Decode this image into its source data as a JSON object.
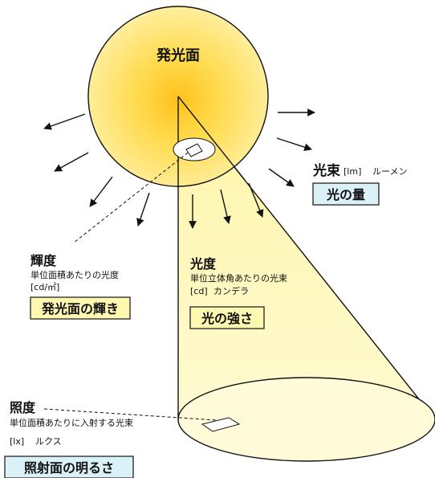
{
  "source": {
    "label": "発光面"
  },
  "luminous_flux": {
    "title": "光束",
    "unit": "[lm]",
    "unit_name": "ルーメン",
    "box": "光の量"
  },
  "luminance": {
    "title": "輝度",
    "desc": "単位面積あたりの光度",
    "unit": "[cd/㎡]",
    "box": "発光面の輝き"
  },
  "luminous_intensity": {
    "title": "光度",
    "desc": "単位立体角あたりの光束",
    "unit": "[cd]",
    "unit_name": "カンデラ",
    "box": "光の強さ"
  },
  "illuminance": {
    "title": "照度",
    "desc": "単位面積あたりに入射する光束",
    "unit": "[lx]",
    "unit_name": "ルクス",
    "box": "照射面の明るさ"
  },
  "colors": {
    "sun_center": "#ffd21e",
    "sun_edge": "#ffec9a",
    "cone_fill": "#fff8b3",
    "box_yellow": "#fff8b0",
    "box_blue": "#d9f1f7"
  }
}
